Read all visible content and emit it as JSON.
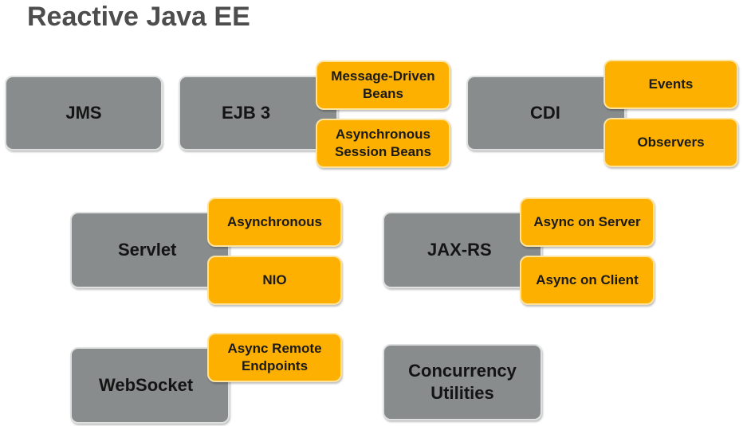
{
  "title": "Reactive Java EE",
  "jms": {
    "label": "JMS"
  },
  "ejb": {
    "label": "EJB 3",
    "features": [
      "Message-Driven\nBeans",
      "Asynchronous\nSession Beans"
    ]
  },
  "cdi": {
    "label": "CDI",
    "features": [
      "Events",
      "Observers"
    ]
  },
  "servlet": {
    "label": "Servlet",
    "features": [
      "Asynchronous",
      "NIO"
    ]
  },
  "jaxrs": {
    "label": "JAX-RS",
    "features": [
      "Async on Server",
      "Async on Client"
    ]
  },
  "websocket": {
    "label": "WebSocket",
    "features": [
      "Async Remote\nEndpoints"
    ]
  },
  "concurrency": {
    "label": "Concurrency\nUtilities"
  }
}
